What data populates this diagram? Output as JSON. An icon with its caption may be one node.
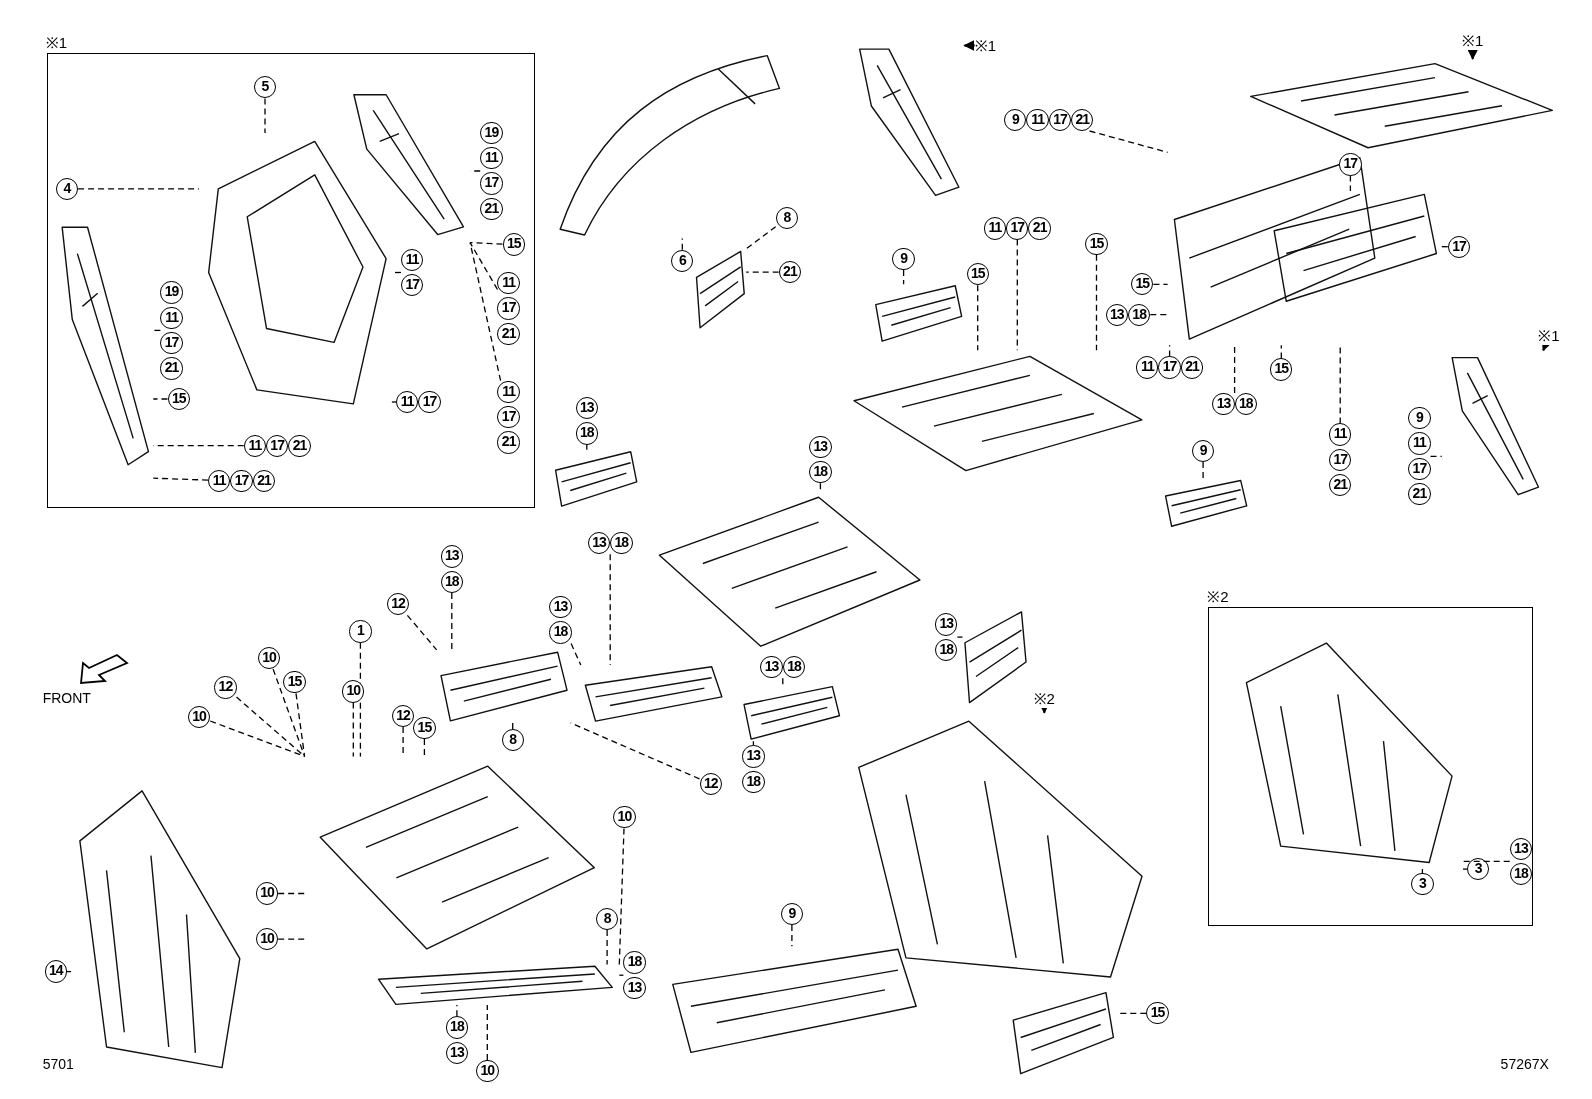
{
  "diagram": {
    "nodes": [
      {
        "text": [
          "※1"
        ]
      },
      {
        "text": [],
        "shape": "picture",
        "in": 0
      },
      {
        "text": [],
        "shape": "picture",
        "in": 0
      },
      {
        "text": [],
        "shape": "picture",
        "in": 0
      },
      {
        "text": [
          "5"
        ],
        "in": 0
      },
      {
        "text": [
          "4"
        ],
        "in": 0
      },
      {
        "text": [
          "19",
          "11",
          "17",
          "21"
        ],
        "in": 0
      },
      {
        "text": [
          "15"
        ],
        "in": 0
      },
      {
        "text": [
          "11",
          "17"
        ],
        "in": 0
      },
      {
        "text": [
          "11",
          "17",
          "21"
        ],
        "in": 0
      },
      {
        "text": [
          "19",
          "11",
          "17",
          "21"
        ],
        "in": 0
      },
      {
        "text": [
          "15"
        ],
        "in": 0
      },
      {
        "text": [
          "11",
          "17"
        ],
        "in": 0
      },
      {
        "text": [
          "11",
          "17",
          "21"
        ],
        "in": 0
      },
      {
        "text": [
          "11",
          "17",
          "21"
        ],
        "in": 0
      },
      {
        "text": [
          "11",
          "17",
          "21"
        ],
        "in": 0
      },
      {
        "text": [],
        "shape": "picture"
      },
      {
        "text": [
          "6"
        ]
      },
      {
        "text": [],
        "shape": "picture"
      },
      {
        "text": [
          "8"
        ]
      },
      {
        "text": [
          "21"
        ]
      },
      {
        "text": [],
        "shape": "picture"
      },
      {
        "text": [
          "※1"
        ]
      },
      {
        "text": [
          "9",
          "11",
          "17",
          "21"
        ]
      },
      {
        "text": [],
        "shape": "picture"
      },
      {
        "text": [
          "※1"
        ]
      },
      {
        "text": [
          "17"
        ]
      },
      {
        "text": [],
        "shape": "picture"
      },
      {
        "text": [
          "17"
        ]
      },
      {
        "text": [],
        "shape": "picture"
      },
      {
        "text": [
          "11",
          "17",
          "21"
        ]
      },
      {
        "text": [
          "9"
        ]
      },
      {
        "text": [],
        "shape": "picture"
      },
      {
        "text": [
          "15"
        ]
      },
      {
        "text": [
          "15"
        ]
      },
      {
        "text": [
          "15"
        ]
      },
      {
        "text": [
          "13",
          "18"
        ]
      },
      {
        "text": [],
        "shape": "picture"
      },
      {
        "text": [
          "11",
          "17",
          "21"
        ]
      },
      {
        "text": [
          "15"
        ]
      },
      {
        "text": [
          "13",
          "18"
        ]
      },
      {
        "text": [
          "※1"
        ]
      },
      {
        "text": [],
        "shape": "picture"
      },
      {
        "text": [
          "11",
          "17",
          "21"
        ]
      },
      {
        "text": [
          "9",
          "11",
          "17",
          "21"
        ]
      },
      {
        "text": [
          "9"
        ]
      },
      {
        "text": [],
        "shape": "picture"
      },
      {
        "text": [
          "13",
          "18"
        ]
      },
      {
        "text": [],
        "shape": "picture"
      },
      {
        "text": [
          "13",
          "18"
        ]
      },
      {
        "text": [],
        "shape": "picture"
      },
      {
        "text": [
          "13",
          "18"
        ]
      },
      {
        "text": [
          "13",
          "18"
        ]
      },
      {
        "text": [],
        "shape": "picture"
      },
      {
        "text": [
          "13",
          "18"
        ]
      },
      {
        "text": [],
        "shape": "picture"
      },
      {
        "text": [
          "13",
          "18"
        ]
      },
      {
        "text": [
          "13",
          "18"
        ]
      },
      {
        "text": [],
        "shape": "picture"
      },
      {
        "text": [
          "※2"
        ]
      },
      {
        "text": [],
        "shape": "picture"
      },
      {
        "text": [
          "9"
        ]
      },
      {
        "text": [],
        "shape": "picture"
      },
      {
        "text": [
          "15"
        ]
      },
      {
        "text": [],
        "shape": "picture"
      },
      {
        "text": [
          "※2"
        ]
      },
      {
        "text": [],
        "shape": "picture",
        "in": 65
      },
      {
        "text": [
          "13",
          "18"
        ],
        "in": 65
      },
      {
        "text": [
          "3"
        ],
        "in": 65
      },
      {
        "text": [
          "3"
        ],
        "in": 65
      },
      {
        "text": [
          "13",
          "18"
        ]
      },
      {
        "text": [
          "12"
        ]
      },
      {
        "text": [],
        "shape": "picture"
      },
      {
        "text": [
          "1"
        ]
      },
      {
        "text": [
          "10"
        ]
      },
      {
        "text": [
          "15"
        ]
      },
      {
        "text": [
          "12"
        ]
      },
      {
        "text": [
          "10"
        ]
      },
      {
        "text": [
          "10"
        ]
      },
      {
        "text": [
          "12"
        ]
      },
      {
        "text": [
          "15"
        ]
      },
      {
        "text": [],
        "shape": "picture"
      },
      {
        "text": [
          "8"
        ]
      },
      {
        "text": [
          "12"
        ]
      },
      {
        "text": [
          "10"
        ]
      },
      {
        "text": [],
        "shape": "picture"
      },
      {
        "text": [
          "10"
        ]
      },
      {
        "text": [
          "10"
        ]
      },
      {
        "text": [
          "14"
        ]
      },
      {
        "text": [],
        "shape": "picture"
      },
      {
        "text": [
          "8"
        ]
      },
      {
        "text": [
          "18",
          "13"
        ]
      },
      {
        "text": [
          "18",
          "13"
        ]
      },
      {
        "text": [
          "10"
        ]
      }
    ],
    "edges": [
      {
        "from": 4,
        "to": 1,
        "arrow": "none",
        "style": "dashed"
      },
      {
        "from": 5,
        "to": 1,
        "arrow": "none",
        "style": "dashed"
      },
      {
        "from": 6,
        "to": 3,
        "arrow": "none",
        "style": "dashed"
      },
      {
        "from": 7,
        "to": 3,
        "arrow": "none",
        "style": "dashed"
      },
      {
        "from": 8,
        "to": 1,
        "arrow": "none",
        "style": "dashed"
      },
      {
        "from": 9,
        "to": 3,
        "arrow": "none",
        "style": "dashed"
      },
      {
        "from": 10,
        "to": 2,
        "arrow": "none",
        "style": "dashed"
      },
      {
        "from": 11,
        "to": 2,
        "arrow": "none",
        "style": "dashed"
      },
      {
        "from": 12,
        "to": 1,
        "arrow": "none",
        "style": "dashed"
      },
      {
        "from": 13,
        "to": 3,
        "arrow": "none",
        "style": "dashed"
      },
      {
        "from": 14,
        "to": 2,
        "arrow": "none",
        "style": "dashed"
      },
      {
        "from": 15,
        "to": 2,
        "arrow": "none",
        "style": "dashed"
      },
      {
        "from": 17,
        "to": 16,
        "arrow": "none",
        "style": "dashed"
      },
      {
        "from": 19,
        "to": 18,
        "arrow": "none",
        "style": "dashed"
      },
      {
        "from": 20,
        "to": 18,
        "arrow": "none",
        "style": "dashed"
      },
      {
        "from": 22,
        "to": 21,
        "arrow": "to"
      },
      {
        "from": 23,
        "to": 29,
        "arrow": "none",
        "style": "dashed"
      },
      {
        "from": 25,
        "to": 24,
        "arrow": "to"
      },
      {
        "from": 26,
        "to": 27,
        "arrow": "none",
        "style": "dashed"
      },
      {
        "from": 28,
        "to": 27,
        "arrow": "none",
        "style": "dashed"
      },
      {
        "from": 30,
        "to": 37,
        "arrow": "none",
        "style": "dashed"
      },
      {
        "from": 31,
        "to": 32,
        "arrow": "none",
        "style": "dashed"
      },
      {
        "from": 33,
        "to": 37,
        "arrow": "none",
        "style": "dashed"
      },
      {
        "from": 34,
        "to": 37,
        "arrow": "none",
        "style": "dashed"
      },
      {
        "from": 35,
        "to": 29,
        "arrow": "none",
        "style": "dashed"
      },
      {
        "from": 36,
        "to": 29,
        "arrow": "none",
        "style": "dashed"
      },
      {
        "from": 38,
        "to": 29,
        "arrow": "none",
        "style": "dashed"
      },
      {
        "from": 39,
        "to": 29,
        "arrow": "none",
        "style": "dashed"
      },
      {
        "from": 40,
        "to": 29,
        "arrow": "none",
        "style": "dashed"
      },
      {
        "from": 41,
        "to": 42,
        "arrow": "to"
      },
      {
        "from": 43,
        "to": 29,
        "arrow": "none",
        "style": "dashed"
      },
      {
        "from": 44,
        "to": 42,
        "arrow": "none",
        "style": "dashed"
      },
      {
        "from": 45,
        "to": 46,
        "arrow": "none",
        "style": "dashed"
      },
      {
        "from": 47,
        "to": 48,
        "arrow": "none",
        "style": "dashed"
      },
      {
        "from": 49,
        "to": 50,
        "arrow": "none",
        "style": "dashed"
      },
      {
        "from": 51,
        "to": 53,
        "arrow": "none",
        "style": "dashed"
      },
      {
        "from": 52,
        "to": 53,
        "arrow": "none",
        "style": "dashed"
      },
      {
        "from": 54,
        "to": 55,
        "arrow": "none",
        "style": "dashed"
      },
      {
        "from": 56,
        "to": 55,
        "arrow": "none",
        "style": "dashed"
      },
      {
        "from": 57,
        "to": 58,
        "arrow": "none",
        "style": "dashed"
      },
      {
        "from": 59,
        "to": 60,
        "arrow": "to"
      },
      {
        "from": 61,
        "to": 62,
        "arrow": "none",
        "style": "dashed"
      },
      {
        "from": 63,
        "to": 64,
        "arrow": "none",
        "style": "dashed"
      },
      {
        "from": 67,
        "to": 66,
        "arrow": "none",
        "style": "dashed"
      },
      {
        "from": 68,
        "to": 66,
        "arrow": "none",
        "style": "dashed"
      },
      {
        "from": 69,
        "to": 66,
        "arrow": "none",
        "style": "dashed"
      },
      {
        "from": 70,
        "to": 72,
        "arrow": "none",
        "style": "dashed"
      },
      {
        "from": 71,
        "to": 72,
        "arrow": "none",
        "style": "dashed"
      },
      {
        "from": 73,
        "to": 81,
        "arrow": "none",
        "style": "dashed"
      },
      {
        "from": 74,
        "to": 81,
        "arrow": "none",
        "style": "dashed"
      },
      {
        "from": 75,
        "to": 81,
        "arrow": "none",
        "style": "dashed"
      },
      {
        "from": 76,
        "to": 81,
        "arrow": "none",
        "style": "dashed"
      },
      {
        "from": 77,
        "to": 81,
        "arrow": "none",
        "style": "dashed"
      },
      {
        "from": 78,
        "to": 81,
        "arrow": "none",
        "style": "dashed"
      },
      {
        "from": 79,
        "to": 81,
        "arrow": "none",
        "style": "dashed"
      },
      {
        "from": 80,
        "to": 81,
        "arrow": "none",
        "style": "dashed"
      },
      {
        "from": 82,
        "to": 72,
        "arrow": "none",
        "style": "dashed"
      },
      {
        "from": 83,
        "to": 72,
        "arrow": "none",
        "style": "dashed"
      },
      {
        "from": 84,
        "to": 85,
        "arrow": "none",
        "style": "dashed"
      },
      {
        "from": 86,
        "to": 81,
        "arrow": "none",
        "style": "dashed"
      },
      {
        "from": 87,
        "to": 81,
        "arrow": "none",
        "style": "dashed"
      },
      {
        "from": 88,
        "to": 89,
        "arrow": "none",
        "style": "dashed"
      },
      {
        "from": 90,
        "to": 85,
        "arrow": "none",
        "style": "dashed"
      },
      {
        "from": 91,
        "to": 85,
        "arrow": "none",
        "style": "dashed"
      },
      {
        "from": 92,
        "to": 85,
        "arrow": "none",
        "style": "dashed"
      },
      {
        "from": 93,
        "to": 85,
        "arrow": "none",
        "style": "dashed"
      }
    ],
    "labels": [
      "FRONT",
      "5701",
      "57267X"
    ]
  }
}
